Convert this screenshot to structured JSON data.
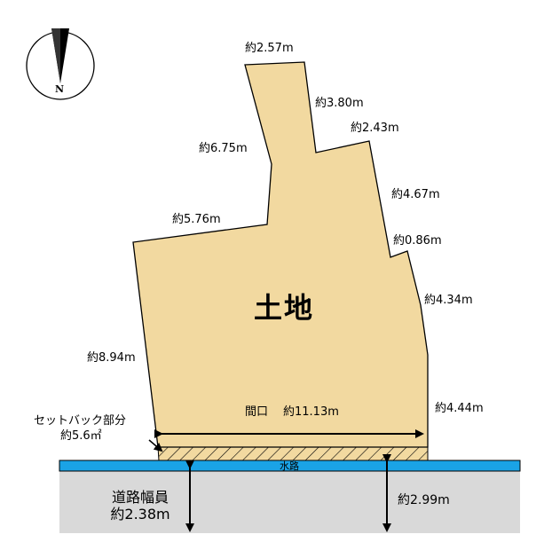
{
  "land": {
    "title": "土地",
    "fill": "#f2d9a0"
  },
  "dimensions": {
    "top": "約2.57m",
    "right_upper": "約3.80m",
    "right_step": "約2.43m",
    "left_upper": "約6.75m",
    "right_mid": "約4.67m",
    "left_step": "約5.76m",
    "right_notch": "約0.86m",
    "right_lower": "約4.34m",
    "left_lower": "約8.94m",
    "right_bottom": "約4.44m"
  },
  "frontage": {
    "label": "間口",
    "value": "約11.13m"
  },
  "setback": {
    "label": "セットバック部分",
    "area": "約5.6㎡"
  },
  "waterway": {
    "label": "水路",
    "color": "#1aa3e6"
  },
  "road": {
    "width_label": "道路幅員",
    "width_value": "約2.38m",
    "depth_value": "約2.99m",
    "color": "#d9d9d9"
  },
  "compass": {
    "north_label": "N"
  }
}
